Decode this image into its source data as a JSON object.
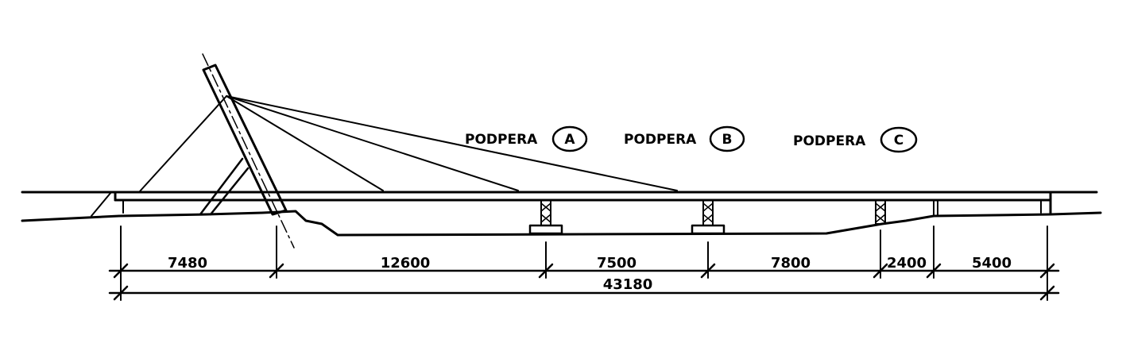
{
  "supports": [
    {
      "prefix": "PODPERA",
      "letter": "A"
    },
    {
      "prefix": "PODPERA",
      "letter": "B"
    },
    {
      "prefix": "PODPERA",
      "letter": "C"
    }
  ],
  "dimensions": {
    "spans": [
      "7480",
      "12600",
      "7500",
      "7800",
      "2400",
      "5400"
    ],
    "total": "43180"
  },
  "colors": {
    "line": "#000000",
    "background": "#ffffff"
  }
}
